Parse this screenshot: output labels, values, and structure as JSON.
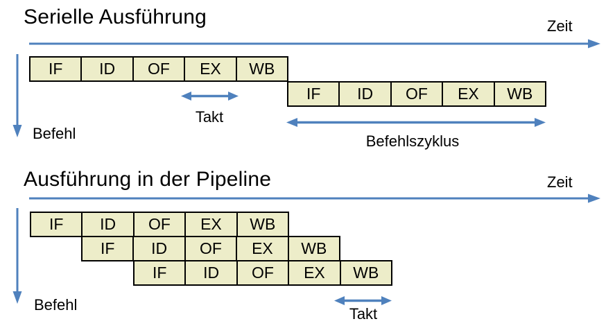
{
  "colors": {
    "arrow_blue": "#4F81BD",
    "box_fill": "#EDEDC9",
    "box_border": "#000000",
    "text": "#000000"
  },
  "stages": [
    "IF",
    "ID",
    "OF",
    "EX",
    "WB"
  ],
  "serial": {
    "title": "Serielle Ausführung",
    "time_axis_label": "Zeit",
    "instruction_axis_label": "Befehl",
    "clock_label": "Takt",
    "instruction_cycle_label": "Befehlszyklus",
    "instruction_count": 2
  },
  "pipeline": {
    "title": "Ausführung in der Pipeline",
    "time_axis_label": "Zeit",
    "instruction_axis_label": "Befehl",
    "clock_label": "Takt",
    "instruction_count": 3
  }
}
